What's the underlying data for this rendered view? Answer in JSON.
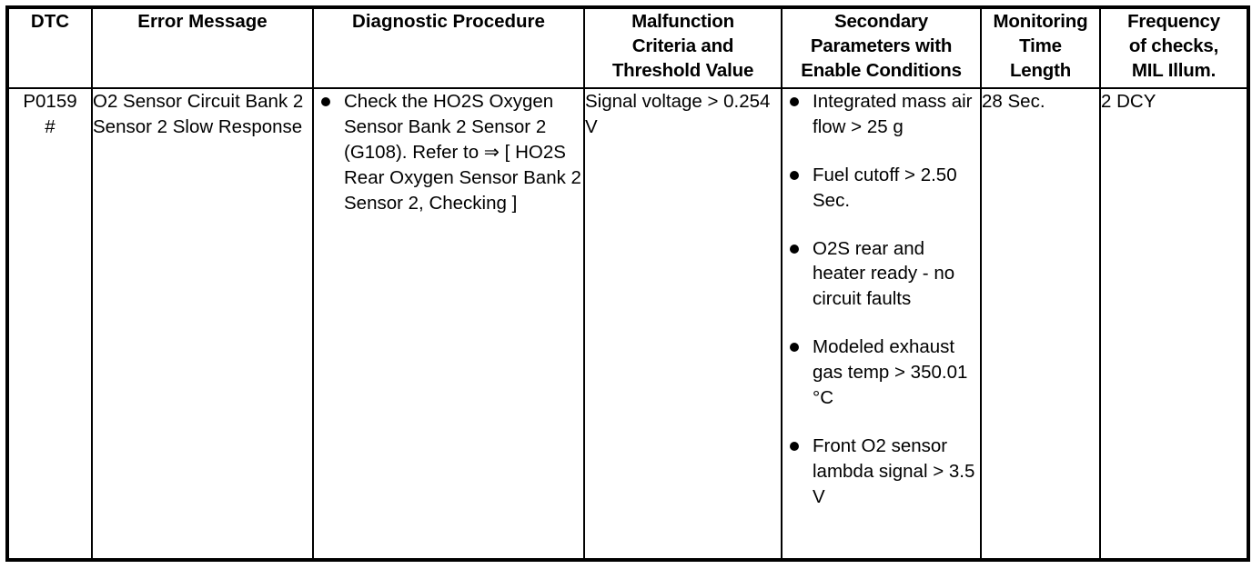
{
  "table": {
    "columns": [
      {
        "key": "dtc",
        "label": "DTC"
      },
      {
        "key": "err",
        "label": "Error Message"
      },
      {
        "key": "diag",
        "label": "Diagnostic Procedure"
      },
      {
        "key": "malf",
        "label_line1": "Malfunction",
        "label_line2": "Criteria and",
        "label_line3": "Threshold Value"
      },
      {
        "key": "sec",
        "label_line1": "Secondary",
        "label_line2": "Parameters with",
        "label_line3": "Enable Conditions"
      },
      {
        "key": "mon",
        "label_line1": "Monitoring",
        "label_line2": "Time",
        "label_line3": "Length"
      },
      {
        "key": "freq",
        "label_line1": "Frequency",
        "label_line2": "of checks,",
        "label_line3": "MIL Illum."
      }
    ],
    "rows": [
      {
        "dtc_code": "P0159",
        "dtc_marker": "#",
        "error_message": "O2 Sensor Circuit Bank 2 Sensor 2 Slow Response",
        "diagnostic_procedure": [
          "Check the HO2S Oxygen Sensor Bank 2 Sensor 2 (G108). Refer to ⇒ [ HO2S Rear Oxygen Sensor Bank 2 Sensor 2, Checking ]"
        ],
        "malfunction_criteria": "Signal voltage > 0.254 V",
        "secondary_parameters": [
          "Integrated mass air flow > 25 g",
          "Fuel cutoff > 2.50 Sec.",
          "O2S rear and heater ready - no circuit faults",
          "Modeled exhaust gas temp > 350.01 °C",
          "Front O2 sensor lambda signal > 3.5 V"
        ],
        "monitoring_time_length": "28 Sec.",
        "frequency_of_checks": "2 DCY"
      }
    ]
  }
}
